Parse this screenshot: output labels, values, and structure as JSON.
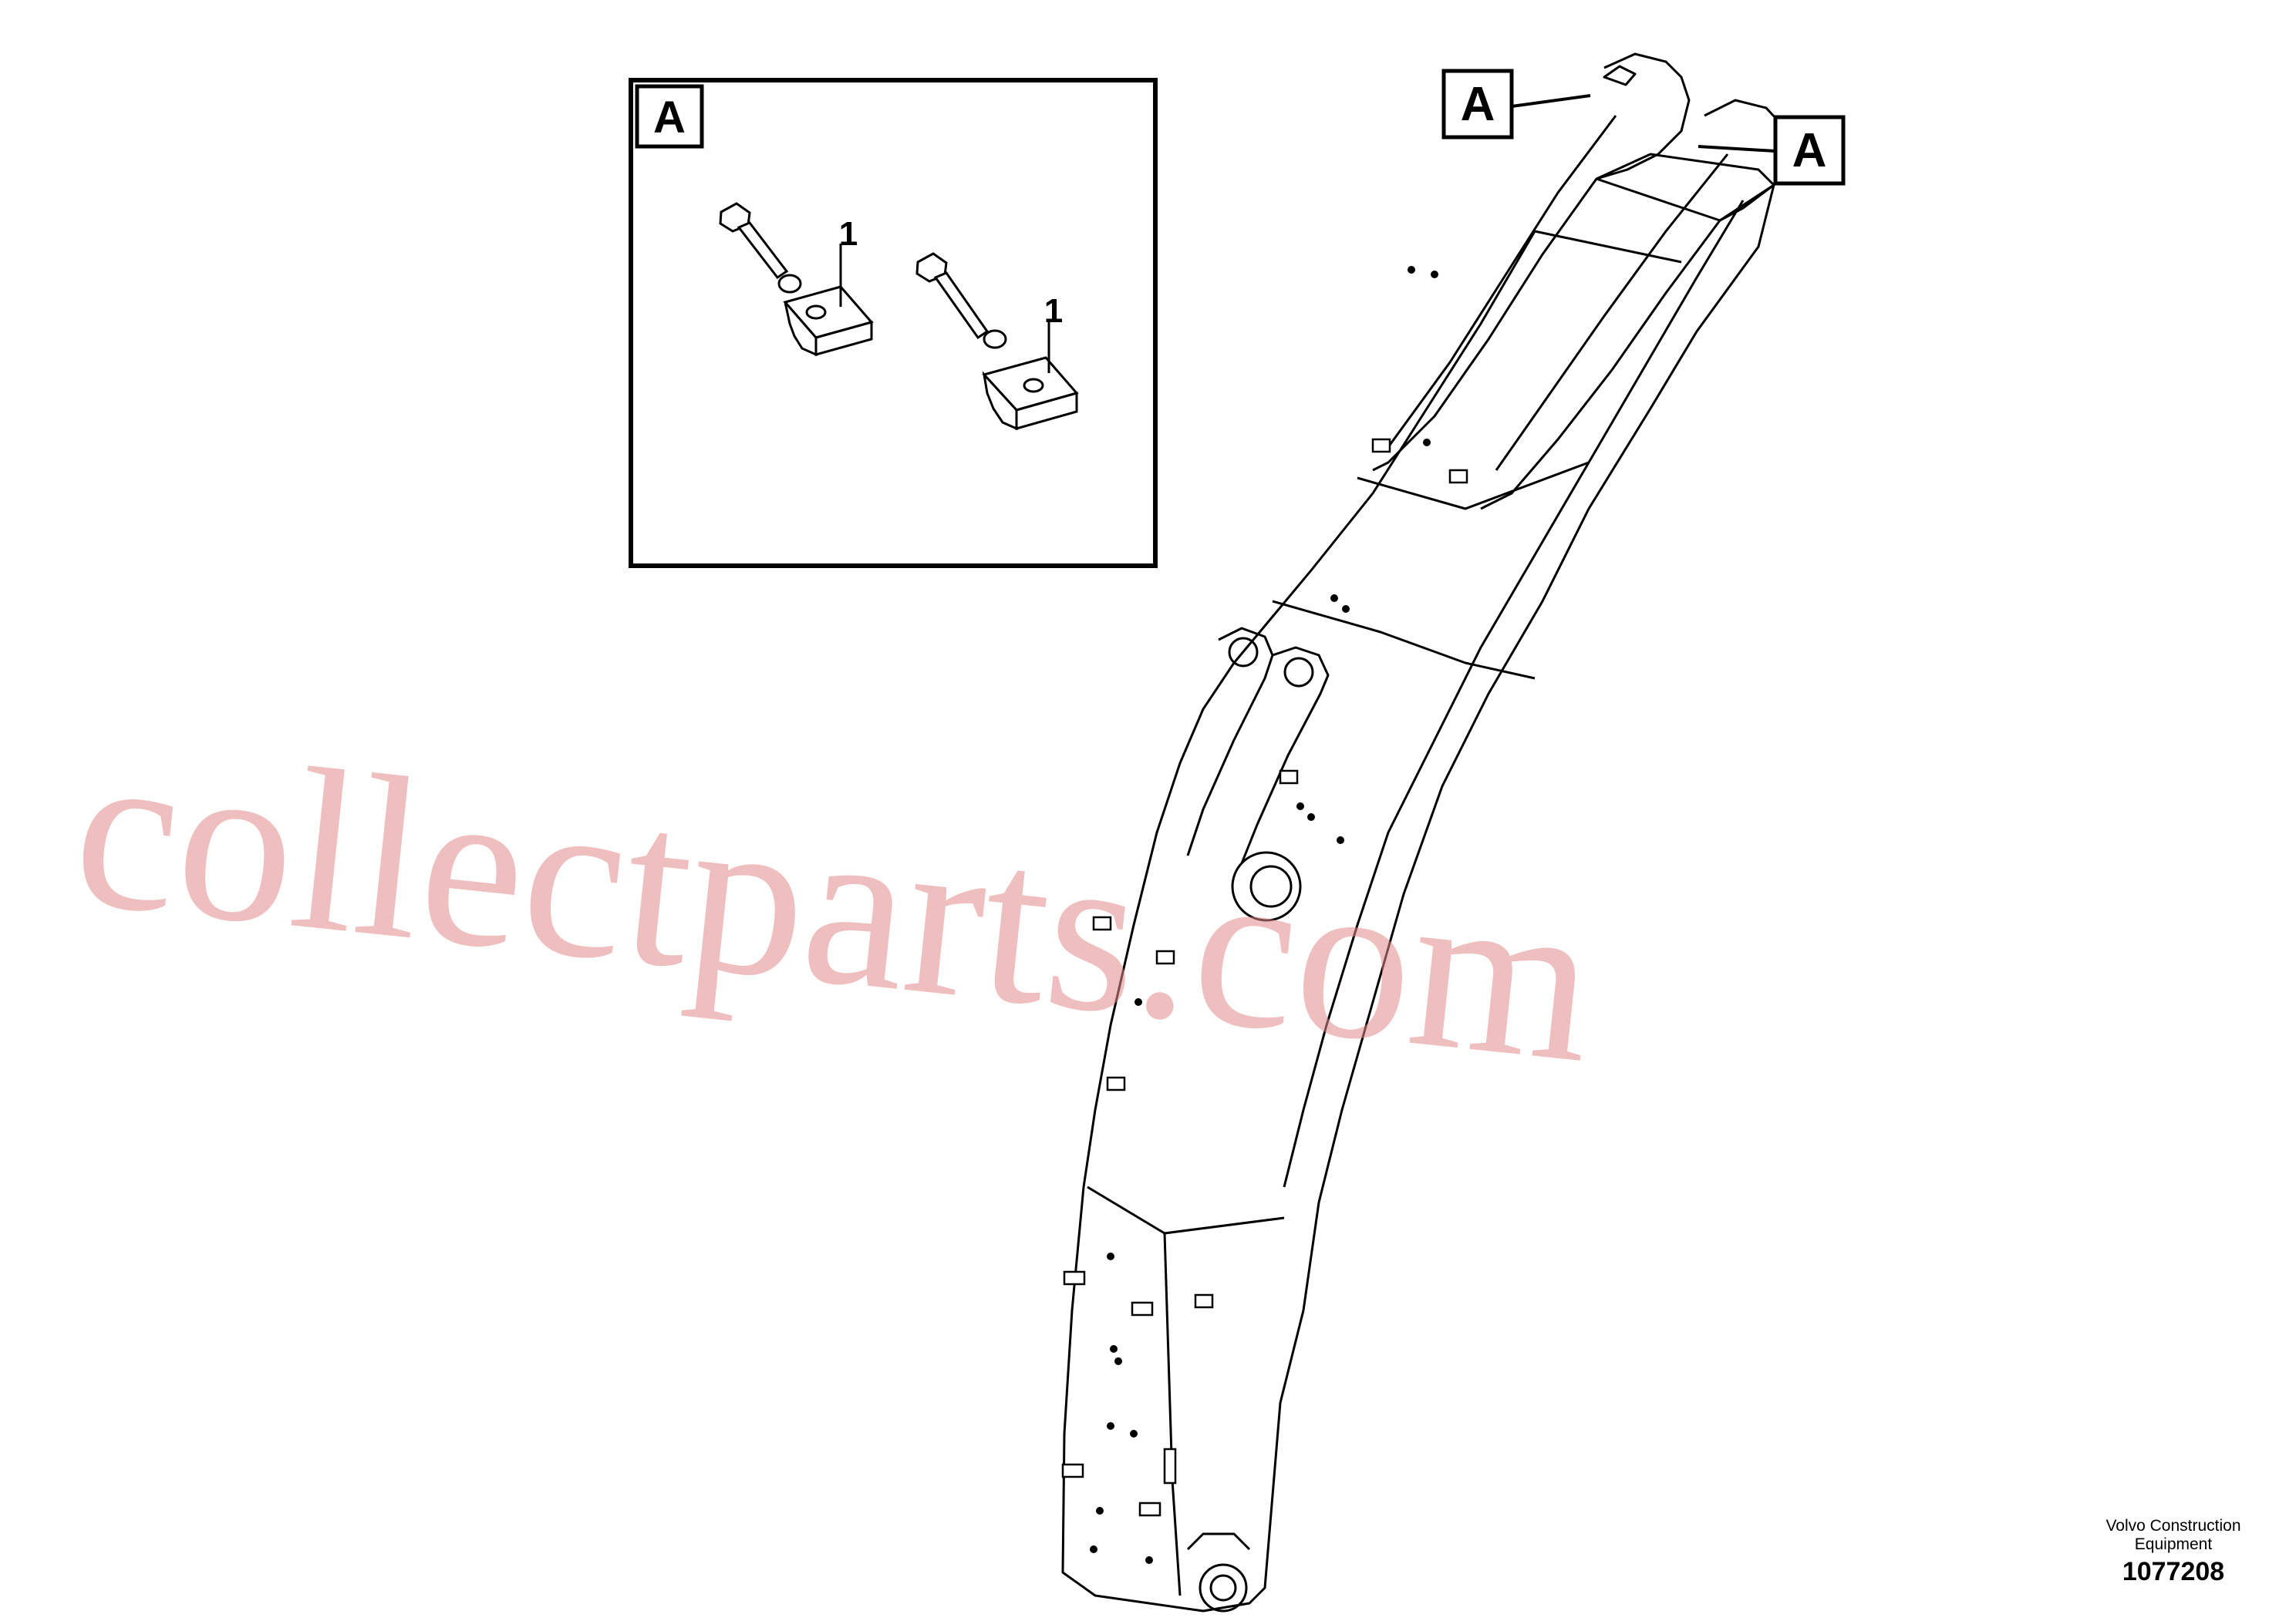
{
  "detail_view": {
    "label": "A",
    "items": [
      {
        "callout": "1"
      },
      {
        "callout": "1"
      }
    ]
  },
  "callouts": [
    {
      "label": "A"
    },
    {
      "label": "A"
    }
  ],
  "watermark": "collectparts.com",
  "footer": {
    "company_line1": "Volvo Construction",
    "company_line2": "Equipment",
    "drawing_number": "1077208"
  },
  "colors": {
    "line": "#000000",
    "watermark": "#e28b8b"
  }
}
